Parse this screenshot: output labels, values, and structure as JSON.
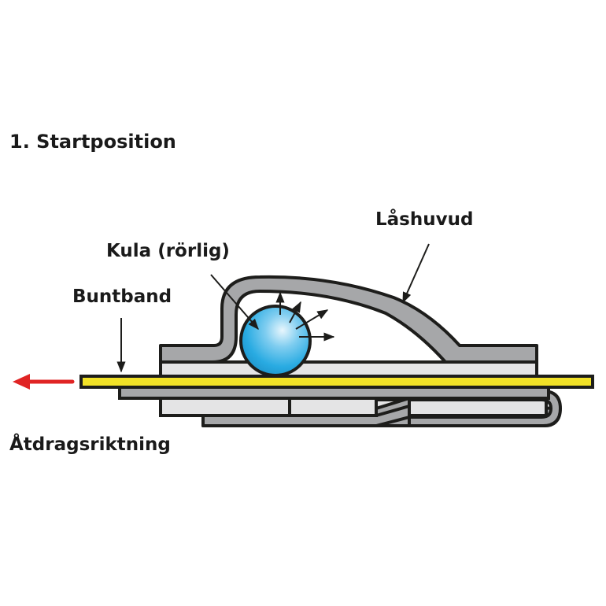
{
  "title": "1. Startposition",
  "labels": {
    "lock_head": "Låshuvud",
    "ball": "Kula (rörlig)",
    "cable_tie": "Buntband",
    "pull_direction": "Åtdragsriktning"
  },
  "colors": {
    "tie_band": "#f2e227",
    "metal_dark": "#a6a7a9",
    "metal_light": "#e4e4e5",
    "ball": "#29abe2",
    "ball_highlight": "#e8f6fd",
    "pull_arrow": "#e02424",
    "outline": "#1d1d1b"
  }
}
